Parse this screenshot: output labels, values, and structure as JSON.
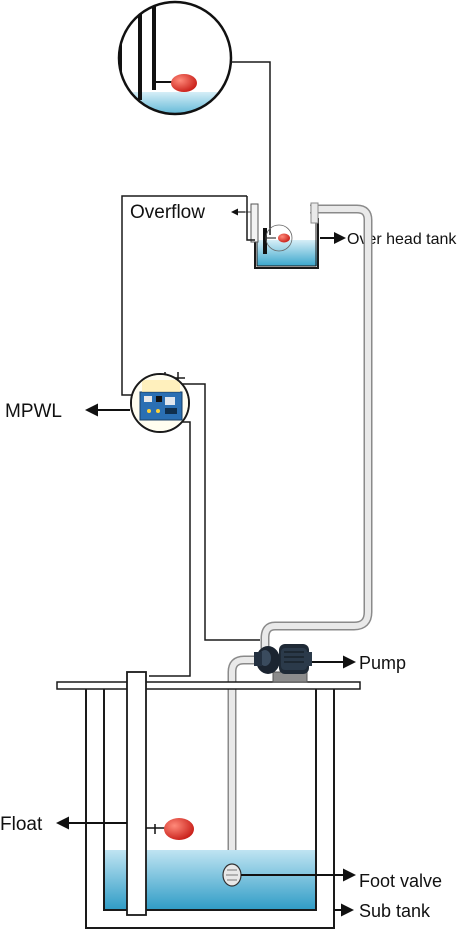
{
  "labels": {
    "overflow": "Overflow",
    "over_head_tank": "Over head tank",
    "mpwl": "MPWL",
    "pump": "Pump",
    "float": "Float",
    "foot_valve": "Foot valve",
    "sub_tank": "Sub tank"
  },
  "colors": {
    "water": "#3aa6cc",
    "water_light": "#cfeaf4",
    "float_ball": "#e0302a",
    "pipe_fill": "#e6e6e6",
    "pipe_stroke": "#8a8a8a",
    "line": "#1a1a1a",
    "board": "#2a6fb3",
    "pump_body": "#1f2a36"
  },
  "icons": [
    "arrow-left-icon",
    "arrow-right-icon",
    "float-ball-icon",
    "controller-board-icon",
    "pump-icon",
    "foot-valve-icon",
    "magnifier-circle-icon"
  ]
}
